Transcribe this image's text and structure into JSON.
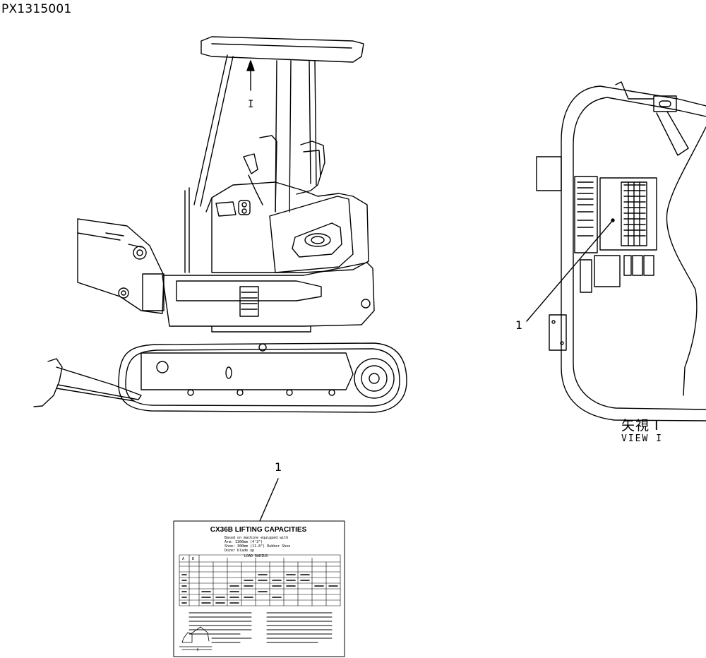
{
  "drawing_id": "PX1315001",
  "callouts": {
    "view_decal": "1",
    "decal_detail": "1"
  },
  "view_arrow_label": "I",
  "view_label": {
    "jp": "矢視 I",
    "en": "VIEW I"
  },
  "decal": {
    "title": "CX36B LIFTING CAPACITIES",
    "intro_lines": [
      "Based on machine equipped with",
      "Arm:     1300mm (4'3\")",
      "Shoe:    300mm (11.8\") Rubber Shoe",
      "Dozer blade up"
    ],
    "table_header": "LOAD RADIUS",
    "col_a": "A",
    "col_b": "B"
  },
  "colors": {
    "line": "#000000",
    "background": "#ffffff"
  }
}
